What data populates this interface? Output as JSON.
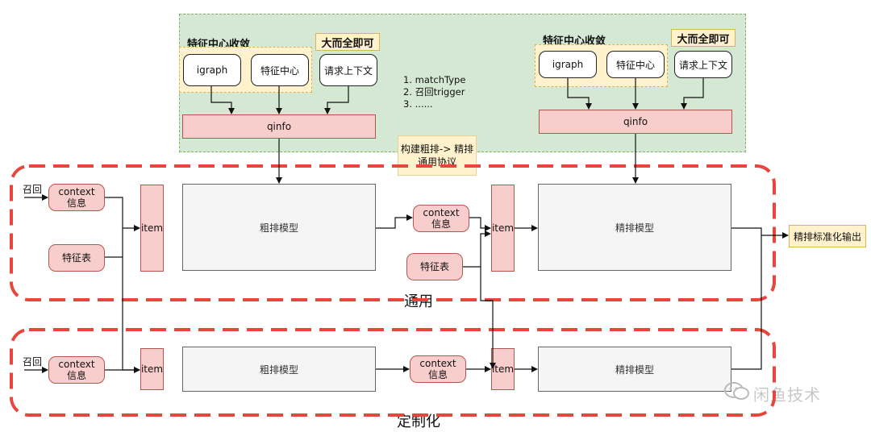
{
  "feature_center_converge": "特征中心收敛",
  "big_and_complete": "大而全即可",
  "igraph": "igraph",
  "feature_center": "特征中心",
  "request_context": "请求上下文",
  "qinfo": "qinfo",
  "notes": "1. matchType\n2. 召回trigger\n3. ......",
  "protocol_note": "构建粗排-> 精排\n通用协议",
  "recall": "召回",
  "context_info": "context\n信息",
  "feature_table": "特征表",
  "item": "item",
  "coarse_model": "粗排模型",
  "fine_model": "精排模型",
  "output": "精排标准化输出",
  "general_label": "通用",
  "custom_label": "定制化",
  "watermark": "闲鱼技术",
  "colors": {
    "green_fill": "#d5e8d4",
    "yellow_fill": "#fff2cc",
    "pink_fill": "#f8cecc",
    "gray_fill": "#f5f5f5",
    "dashed_red": "#e8463d"
  }
}
